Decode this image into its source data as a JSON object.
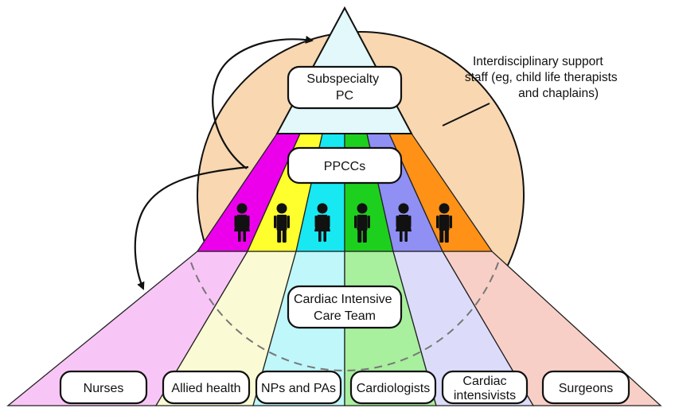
{
  "diagram": {
    "support_note_lines": [
      "Interdisciplinary support",
      "staff (eg, child life therapists",
      "and chaplains)"
    ],
    "subspecialty_lines": [
      "Subspecialty",
      "PC"
    ],
    "ppccs_label": "PPCCs",
    "cict_lines": [
      "Cardiac Intensive",
      "Care Team"
    ],
    "roles": [
      {
        "lines": [
          "Nurses"
        ],
        "figure": "female",
        "color": "#ec00ec",
        "light": "#f8c6f6"
      },
      {
        "lines": [
          "Allied health"
        ],
        "figure": "male",
        "color": "#ffff2e",
        "light": "#fafad4"
      },
      {
        "lines": [
          "NPs and PAs"
        ],
        "figure": "female",
        "color": "#17e8f2",
        "light": "#bff7fa"
      },
      {
        "lines": [
          "Cardiologists"
        ],
        "figure": "male",
        "color": "#1ed01e",
        "light": "#a8ef9e"
      },
      {
        "lines": [
          "Cardiac",
          "intensivists"
        ],
        "figure": "female",
        "color": "#8f8ff4",
        "light": "#dcdcfa"
      },
      {
        "lines": [
          "Surgeons"
        ],
        "figure": "male",
        "color": "#ff9116",
        "light": "#f8cfc6"
      }
    ],
    "colors": {
      "circle": "#f8d7b1",
      "apex": "#e2f8fa",
      "outline": "#111111"
    }
  }
}
